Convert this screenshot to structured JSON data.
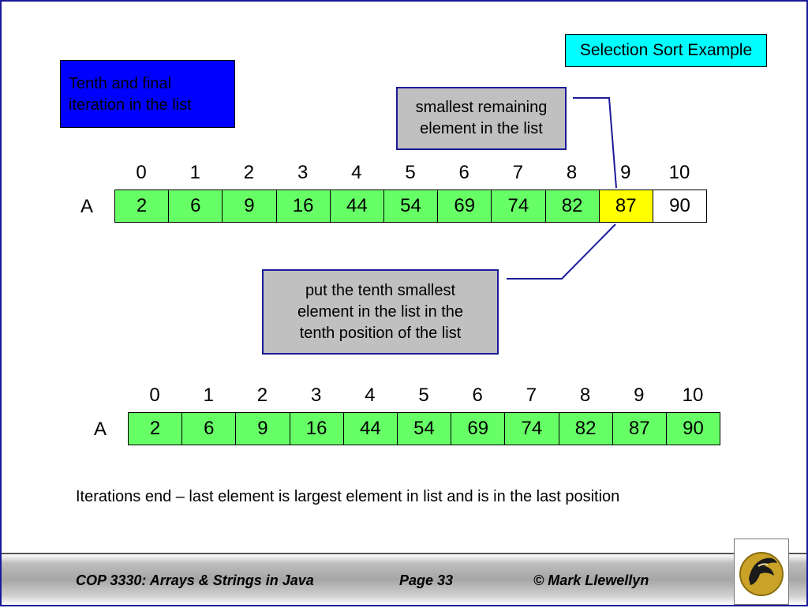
{
  "slide": {
    "title": "Selection Sort Example",
    "iteration_note": "Tenth and final iteration in the list",
    "callout_top": "smallest remaining\nelement in the list",
    "callout_bottom": "put the tenth smallest\nelement in the list in the\ntenth position of the list",
    "conclusion": "Iterations end – last element is largest element in list and is in the last position"
  },
  "array_label": "A",
  "indices": [
    "0",
    "1",
    "2",
    "3",
    "4",
    "5",
    "6",
    "7",
    "8",
    "9",
    "10"
  ],
  "before": {
    "values": [
      "2",
      "6",
      "9",
      "16",
      "44",
      "54",
      "69",
      "74",
      "82",
      "87",
      "90"
    ],
    "states": [
      "sorted",
      "sorted",
      "sorted",
      "sorted",
      "sorted",
      "sorted",
      "sorted",
      "sorted",
      "sorted",
      "selected",
      "unsorted"
    ]
  },
  "after": {
    "values": [
      "2",
      "6",
      "9",
      "16",
      "44",
      "54",
      "69",
      "74",
      "82",
      "87",
      "90"
    ],
    "states": [
      "sorted",
      "sorted",
      "sorted",
      "sorted",
      "sorted",
      "sorted",
      "sorted",
      "sorted",
      "sorted",
      "sorted",
      "sorted"
    ]
  },
  "colors": {
    "sorted": "#66ff66",
    "selected": "#ffff00",
    "unsorted": "#ffffff",
    "title_bg": "#00ffff",
    "note_bg": "#0000ff",
    "callout_bg": "#c0c0c0",
    "accent_border": "#1a1a9a"
  },
  "footer": {
    "course": "COP 3330:  Arrays & Strings in Java",
    "page": "Page 33",
    "author": "© Mark Llewellyn"
  },
  "logo_icon": "pegasus-logo-icon"
}
